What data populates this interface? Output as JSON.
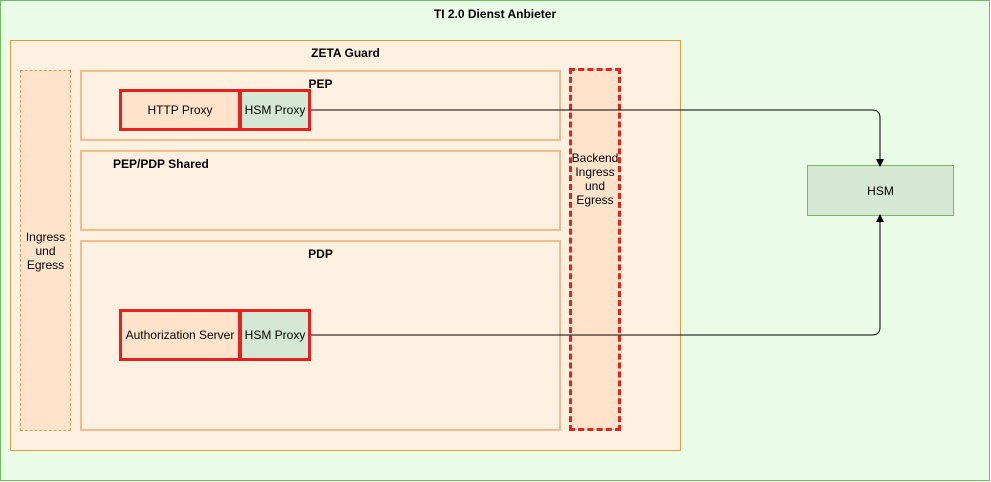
{
  "diagram": {
    "outer_container": {
      "title": "TI 2.0 Dienst Anbieter"
    },
    "zeta_guard": {
      "title": "ZETA Guard"
    },
    "ingress_egress": {
      "label": "Ingress\nund\nEgress"
    },
    "pep": {
      "title": "PEP",
      "http_proxy": "HTTP Proxy",
      "hsm_proxy": "HSM Proxy"
    },
    "pep_pdp_shared": {
      "title": "PEP/PDP Shared"
    },
    "pdp": {
      "title": "PDP",
      "authorization_server": "Authorization Server",
      "hsm_proxy": "HSM Proxy"
    },
    "backend": {
      "label": "Backend\nIngress\nund\nEgress"
    },
    "hsm": {
      "label": "HSM"
    },
    "colors": {
      "outer_fill": "#eafbe7",
      "outer_stroke": "#6fbf5c",
      "zeta_fill": "#fff1e2",
      "zeta_stroke": "#d6a037",
      "section_stroke": "#f6bb8a",
      "ingress_fill": "#ffe4cb",
      "red_stroke": "#e8201c",
      "hsm_fill": "#d5e8d4",
      "hsm_stroke": "#82b366"
    },
    "edges": [
      {
        "from": "pep-hsm-proxy",
        "to": "hsm",
        "type": "arrow"
      },
      {
        "from": "pdp-hsm-proxy",
        "to": "hsm",
        "type": "arrow"
      }
    ]
  }
}
